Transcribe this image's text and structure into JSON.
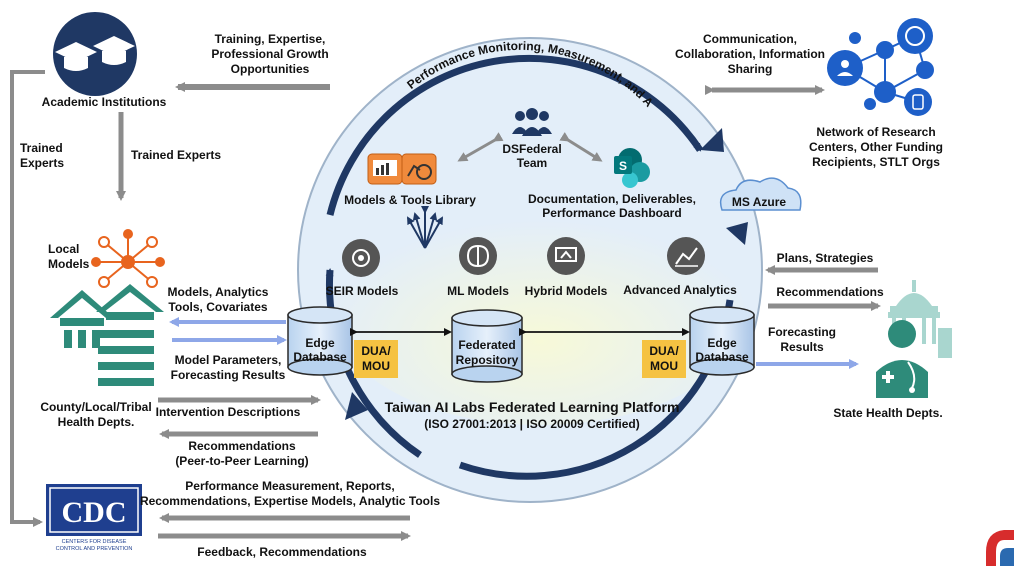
{
  "center": {
    "arc_title": "Performance Monitoring, Measurement, and Adaptive Control",
    "dsfederal_line1": "DSFederal",
    "dsfederal_line2": "Team",
    "models_library": "Models & Tools Library",
    "documentation_line1": "Documentation, Deliverables,",
    "documentation_line2": "Performance Dashboard",
    "ms_azure": "MS Azure",
    "seir": "SEIR Models",
    "ml": "ML Models",
    "hybrid": "Hybrid Models",
    "advanced": "Advanced Analytics",
    "edge_left_line1": "Edge",
    "edge_left_line2": "Database",
    "dua_left_line1": "DUA/",
    "dua_left_line2": "MOU",
    "federated_line1": "Federated",
    "federated_line2": "Repository",
    "dua_right_line1": "DUA/",
    "dua_right_line2": "MOU",
    "edge_right_line1": "Edge",
    "edge_right_line2": "Database",
    "platform_title": "Taiwan AI Labs Federated Learning Platform",
    "platform_cert": "(ISO 27001:2013 | ISO 20009 Certified)"
  },
  "left": {
    "academic": "Academic Institutions",
    "training_line1": "Training, Expertise,",
    "training_line2": "Professional Growth",
    "training_line3": "Opportunities",
    "trained_experts_a_line1": "Trained",
    "trained_experts_a_line2": "Experts",
    "trained_experts_b": "Trained Experts",
    "local_models_line1": "Local",
    "local_models_line2": "Models",
    "models_analytics_line1": "Models, Analytics",
    "models_analytics_line2": "Tools, Covariates",
    "model_params_line1": "Model Parameters,",
    "model_params_line2": "Forecasting Results",
    "county_line1": "County/Local/Tribal",
    "county_line2": "Health Depts.",
    "intervention": "Intervention Descriptions",
    "recommendations_line1": "Recommendations",
    "recommendations_line2": "(Peer-to-Peer Learning)",
    "perf_line1": "Performance Measurement, Reports,",
    "perf_line2": "Recommendations, Expertise Models, Analytic Tools",
    "feedback": "Feedback, Recommendations",
    "cdc_logo": "CDC",
    "cdc_sub_line1": "CENTERS FOR DISEASE",
    "cdc_sub_line2": "CONTROL AND PREVENTION"
  },
  "right": {
    "comm_line1": "Communication,",
    "comm_line2": "Collaboration, Information",
    "comm_line3": "Sharing",
    "network_line1": "Network of Research",
    "network_line2": "Centers, Other Funding",
    "network_line3": "Recipients, STLT Orgs",
    "plans": "Plans, Strategies",
    "recommendations": "Recommendations",
    "forecasting_line1": "Forecasting",
    "forecasting_line2": "Results",
    "state": "State Health Depts."
  },
  "colors": {
    "navy": "#1f3864",
    "teal": "#2e8b7a",
    "orange": "#e8641e",
    "blue_light": "#dbe9f7",
    "dua_yellow": "#f5c242",
    "arrow_gray": "#8c8c8c",
    "arrow_blue": "#8ea7e8"
  }
}
